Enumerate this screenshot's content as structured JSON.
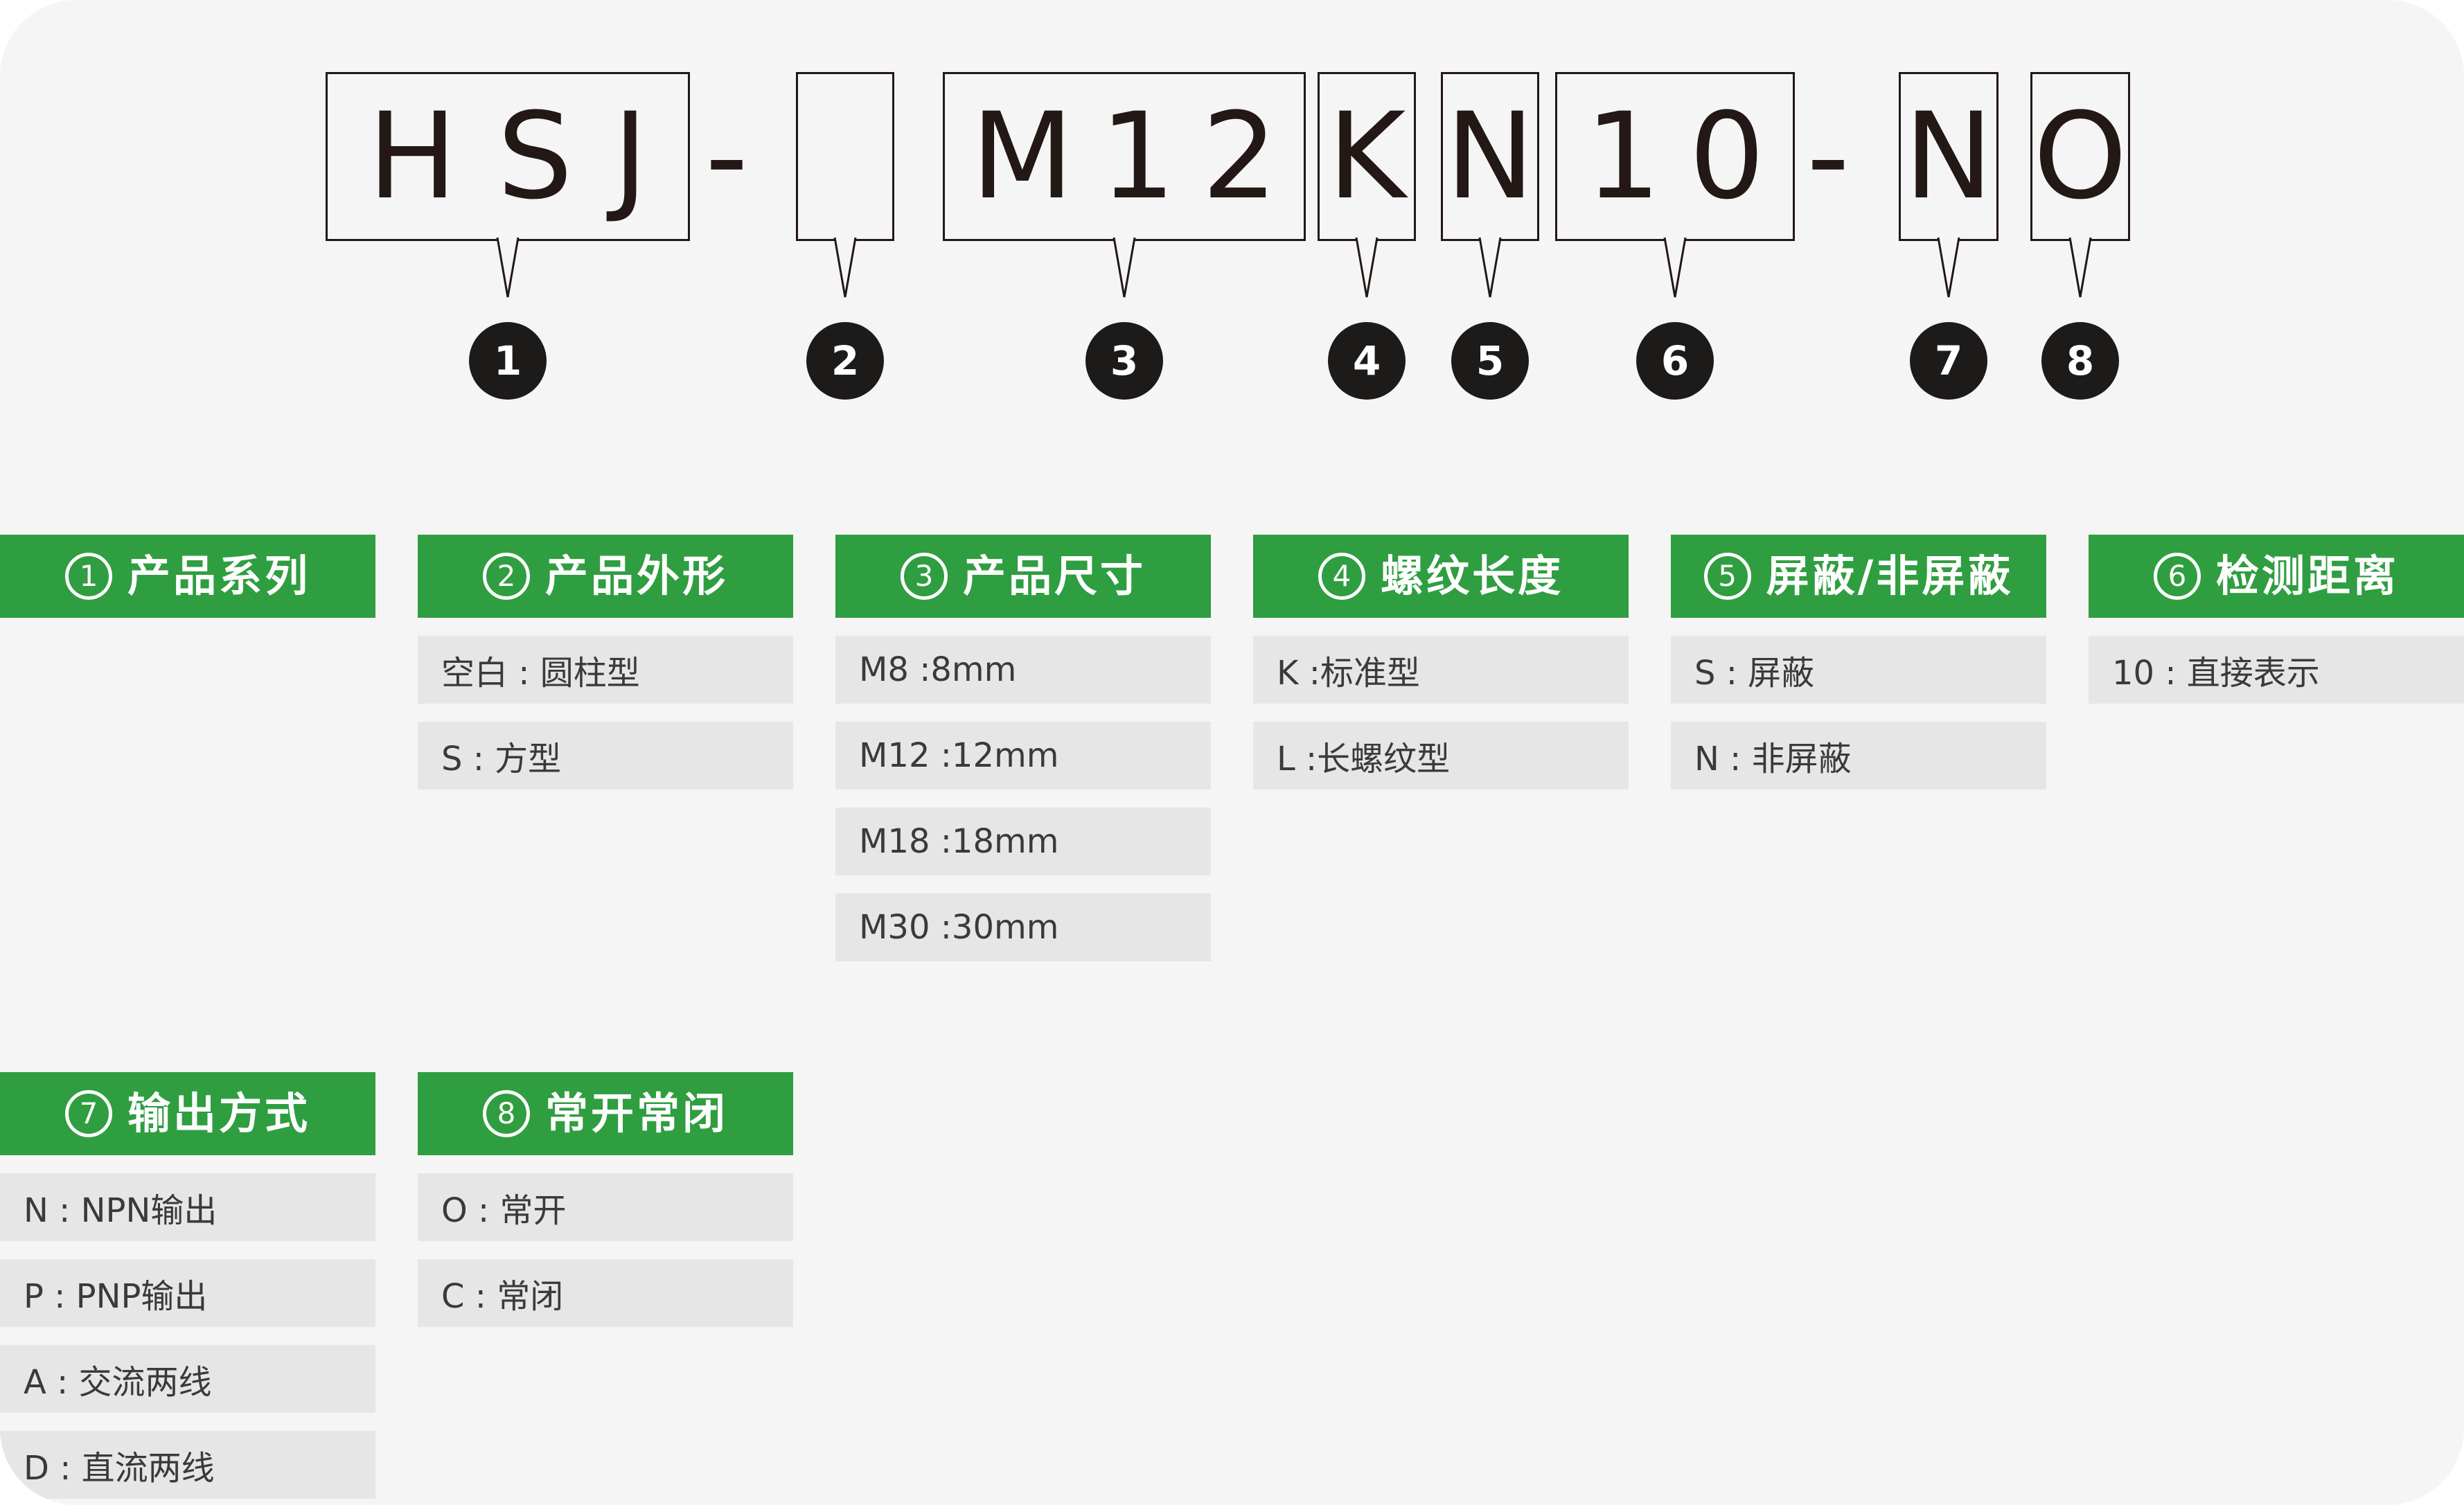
{
  "model_code": {
    "boxes": [
      {
        "id": "1",
        "chars": [
          "H",
          "S",
          "J"
        ]
      },
      {
        "id": "2",
        "chars": []
      },
      {
        "id": "3",
        "chars": [
          "M",
          "1",
          "2"
        ]
      },
      {
        "id": "4",
        "chars": [
          "K"
        ]
      },
      {
        "id": "5",
        "chars": [
          "N"
        ]
      },
      {
        "id": "6",
        "chars": [
          "1",
          "0"
        ]
      },
      {
        "id": "7",
        "chars": [
          "N"
        ]
      },
      {
        "id": "8",
        "chars": [
          "O"
        ]
      }
    ],
    "separators": [
      "-",
      "-"
    ],
    "numbers": [
      "1",
      "2",
      "3",
      "4",
      "5",
      "6",
      "7",
      "8"
    ]
  },
  "groups": [
    {
      "num": "1",
      "title": "产品系列",
      "options": []
    },
    {
      "num": "2",
      "title": "产品外形",
      "options": [
        "空白 : 圆柱型",
        "S : 方型"
      ]
    },
    {
      "num": "3",
      "title": "产品尺寸",
      "options": [
        "M8 :8mm",
        "M12 :12mm",
        "M18 :18mm",
        "M30 :30mm"
      ]
    },
    {
      "num": "4",
      "title": "螺纹长度",
      "options": [
        "K :标准型",
        "L :长螺纹型"
      ]
    },
    {
      "num": "5",
      "title": "屏蔽/非屏蔽",
      "options": [
        "S : 屏蔽",
        "N : 非屏蔽"
      ]
    },
    {
      "num": "6",
      "title": "检测距离",
      "options": [
        "10 : 直接表示"
      ]
    },
    {
      "num": "7",
      "title": "输出方式",
      "options": [
        "N : NPN输出",
        "P : PNP输出",
        "A : 交流两线",
        "D : 直流两线"
      ]
    },
    {
      "num": "8",
      "title": "常开常闭",
      "options": [
        "O : 常开",
        "C : 常闭"
      ]
    }
  ],
  "colors": {
    "header_green": "#2f9e40",
    "option_bg": "#e6e6e6",
    "circle_dark": "#1d1a1a",
    "page_bg": "#f5f5f5"
  }
}
